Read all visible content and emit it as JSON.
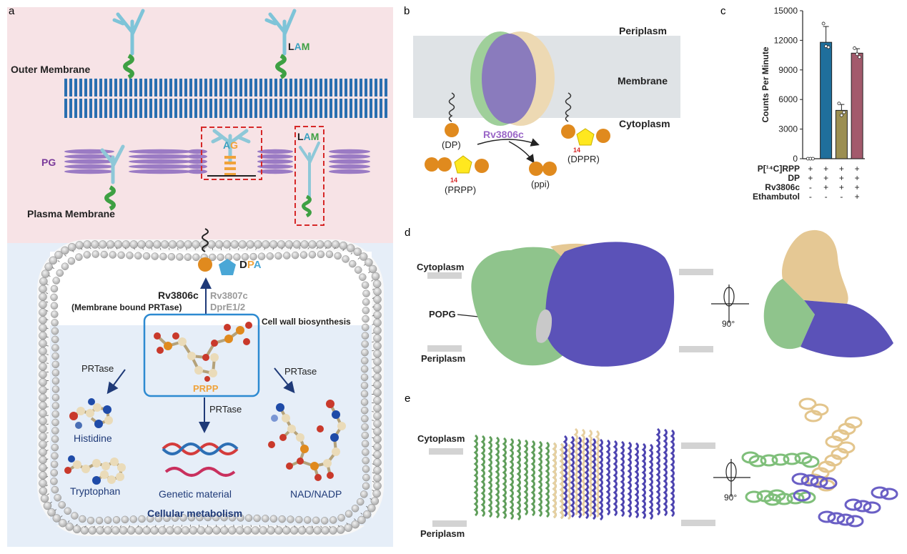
{
  "panel_a": {
    "letter": "a",
    "outer_membrane": "Outer Membrane",
    "plasma_membrane": "Plasma Membrane",
    "pg": "PG",
    "lam_top": {
      "l": "L",
      "a": "A",
      "m": "M"
    },
    "lam_box": {
      "l": "L",
      "a": "A",
      "m": "M"
    },
    "ag": {
      "a": "A",
      "g": "G"
    },
    "dpa": {
      "d": "D",
      "p": "P",
      "a": "A"
    },
    "rv3806c": "Rv3806c",
    "membrane_bound": "(Membrane bound PRTase)",
    "rv3807c": "Rv3807c",
    "dpre": "DprE1/2",
    "cell_wall": "Cell wall biosynthesis",
    "prpp": "PRPP",
    "prtase_left": "PRTase",
    "prtase_mid": "PRTase",
    "prtase_right": "PRTase",
    "histidine": "Histidine",
    "tryptophan": "Tryptophan",
    "genetic": "Genetic material",
    "nad": "NAD/NADP",
    "metabolism": "Cellular metabolism"
  },
  "panel_b": {
    "letter": "b",
    "periplasm": "Periplasm",
    "membrane": "Membrane",
    "cytoplasm": "Cytoplasm",
    "enzyme": "Rv3806c",
    "dp": "(DP)",
    "prpp": "(PRPP)",
    "ppi": "(ppi)",
    "dppr": "(DPPR)",
    "c14a": "14",
    "c14b": "14"
  },
  "panel_c": {
    "letter": "c"
  },
  "panel_d": {
    "letter": "d",
    "cytoplasm": "Cytoplasm",
    "periplasm": "Periplasm",
    "popg": "POPG",
    "rotation": "90°"
  },
  "panel_e": {
    "letter": "e",
    "cytoplasm": "Cytoplasm",
    "periplasm": "Periplasm",
    "rotation": "90°"
  },
  "chart_data": {
    "type": "bar",
    "ylabel": "Counts Per Minute",
    "ylim": [
      0,
      15000
    ],
    "yticks": [
      0,
      3000,
      6000,
      9000,
      12000,
      15000
    ],
    "bar_colors": [
      "#2d6f99",
      "#1f6f9c",
      "#9c8f52",
      "#a35a6c"
    ],
    "values": [
      0,
      11800,
      4900,
      10700
    ],
    "errors": [
      0,
      1600,
      600,
      450
    ],
    "points": [
      [
        0,
        0,
        0
      ],
      [
        13700,
        11400,
        11300
      ],
      [
        5600,
        4400,
        4700
      ],
      [
        11200,
        10600,
        10300
      ]
    ],
    "conditions": [
      {
        "label": "P[¹⁴C]RPP",
        "marks": [
          "+",
          "+",
          "+",
          "+"
        ]
      },
      {
        "label": "DP",
        "marks": [
          "+",
          "+",
          "+",
          "+"
        ]
      },
      {
        "label": "Rv3806c",
        "marks": [
          "-",
          "+",
          "+",
          "+"
        ]
      },
      {
        "label": "Ethambutol",
        "marks": [
          "-",
          "-",
          "-",
          "+"
        ]
      }
    ]
  }
}
